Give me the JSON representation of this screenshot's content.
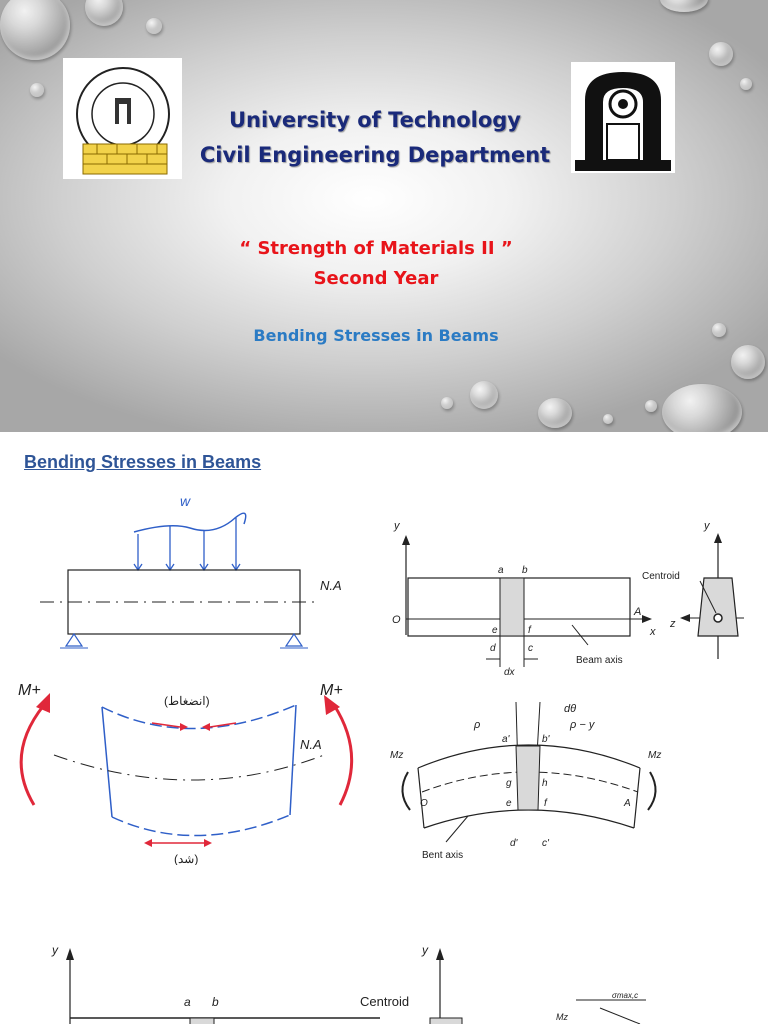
{
  "slide1": {
    "university": "University of Technology",
    "department": "Civil Engineering Department",
    "course": "“ Strength of Materials II ”",
    "year": "Second Year",
    "topic": "Bending Stresses in Beams",
    "logo_left": "civil-engineering-department-seal",
    "logo_right": "university-of-technology-emblem",
    "colors": {
      "title": "#1a2a7a",
      "course": "#e8141a",
      "topic": "#2b7bc4"
    }
  },
  "slide2": {
    "heading": "Bending Stresses in Beams",
    "sketch_beam": {
      "load": "w",
      "axis": "N.A"
    },
    "sketch_bent": {
      "moment_left": "M+",
      "moment_right": "M+",
      "axis": "N.A",
      "top_note": "(انضغاط)",
      "bottom_note": "(شد)"
    },
    "diagram_element": {
      "y": "y",
      "origin": "O",
      "end": "A",
      "x": "x",
      "a": "a",
      "b": "b",
      "e": "e",
      "f": "f",
      "d": "d",
      "c": "c",
      "dx": "dx",
      "beam_axis": "Beam axis"
    },
    "diagram_section": {
      "y": "y",
      "z": "z",
      "centroid": "Centroid"
    },
    "diagram_bent": {
      "dtheta": "dθ",
      "rho": "ρ",
      "rho_minus_y": "ρ − y",
      "mz_left": "Mz",
      "mz_right": "Mz",
      "a_prime": "a'",
      "b_prime": "b'",
      "g": "g",
      "h": "h",
      "e": "e",
      "f": "f",
      "origin": "O",
      "end": "A",
      "d_prime": "d'",
      "c_prime": "c'",
      "bent_axis": "Bent axis"
    },
    "diagram_bottom": {
      "y1": "y",
      "a": "a",
      "b": "b",
      "y2": "y",
      "centroid": "Centroid",
      "sigma": "σmax,c",
      "mz": "Mz"
    }
  }
}
